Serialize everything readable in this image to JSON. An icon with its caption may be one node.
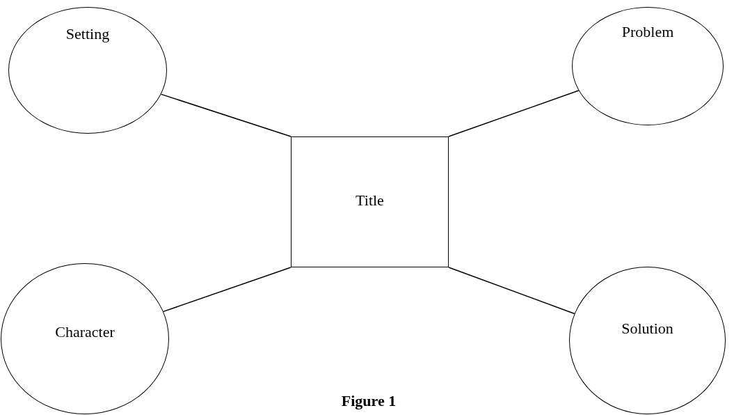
{
  "diagram": {
    "caption": "Figure 1",
    "nodes": [
      {
        "text": [
          "Setting"
        ]
      },
      {
        "text": [
          "Problem"
        ]
      },
      {
        "text": [
          "Title"
        ]
      },
      {
        "text": [
          "Character"
        ]
      },
      {
        "text": [
          "Solution"
        ]
      }
    ],
    "edges": [
      {
        "from": 2,
        "to": 0,
        "arrow": "none"
      },
      {
        "from": 2,
        "to": 1,
        "arrow": "none"
      },
      {
        "from": 2,
        "to": 3,
        "arrow": "none"
      },
      {
        "from": 2,
        "to": 4,
        "arrow": "none"
      }
    ]
  }
}
